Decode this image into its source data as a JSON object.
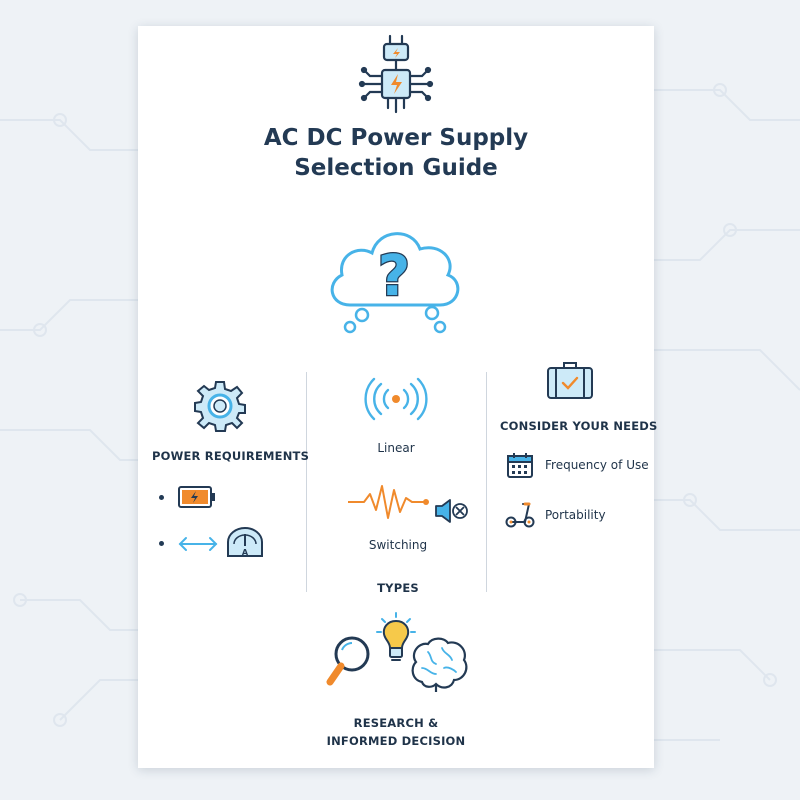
{
  "title_line1": "AC DC Power Supply",
  "title_line2": "Selection Guide",
  "sections": {
    "power_requirements": {
      "heading": "POWER REQUIREMENTS"
    },
    "types": {
      "heading": "TYPES",
      "linear": "Linear",
      "switching": "Switching"
    },
    "needs": {
      "heading": "CONSIDER YOUR NEEDS",
      "items": [
        "Frequency of Use",
        "Portability"
      ]
    },
    "research": {
      "line1": "RESEARCH &",
      "line2": "INFORMED DECISION"
    }
  },
  "colors": {
    "navy": "#233a54",
    "blue": "#47b3e8",
    "light_blue": "#cdeaf8",
    "orange": "#f08a2c",
    "bulb_yellow": "#f6c94a"
  },
  "icons": [
    "plug-chip-icon",
    "question-cloud-icon",
    "gear-icon",
    "battery-icon",
    "double-arrow-icon",
    "ammeter-icon",
    "signal-waves-icon",
    "waveform-icon",
    "speaker-mute-icon",
    "suitcase-icon",
    "calendar-icon",
    "scooter-icon",
    "magnifier-icon",
    "lightbulb-icon",
    "brain-icon"
  ]
}
